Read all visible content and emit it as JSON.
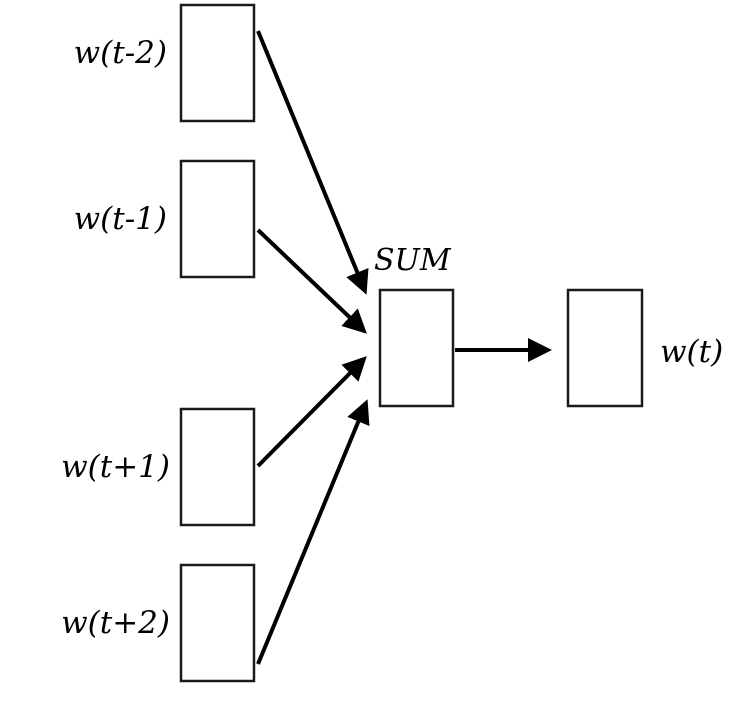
{
  "diagram": {
    "inputs": [
      {
        "label": "w(t-2)"
      },
      {
        "label": "w(t-1)"
      },
      {
        "label": "w(t+1)"
      },
      {
        "label": "w(t+2)"
      }
    ],
    "sum_label": "SUM",
    "output_label": "w(t)"
  }
}
